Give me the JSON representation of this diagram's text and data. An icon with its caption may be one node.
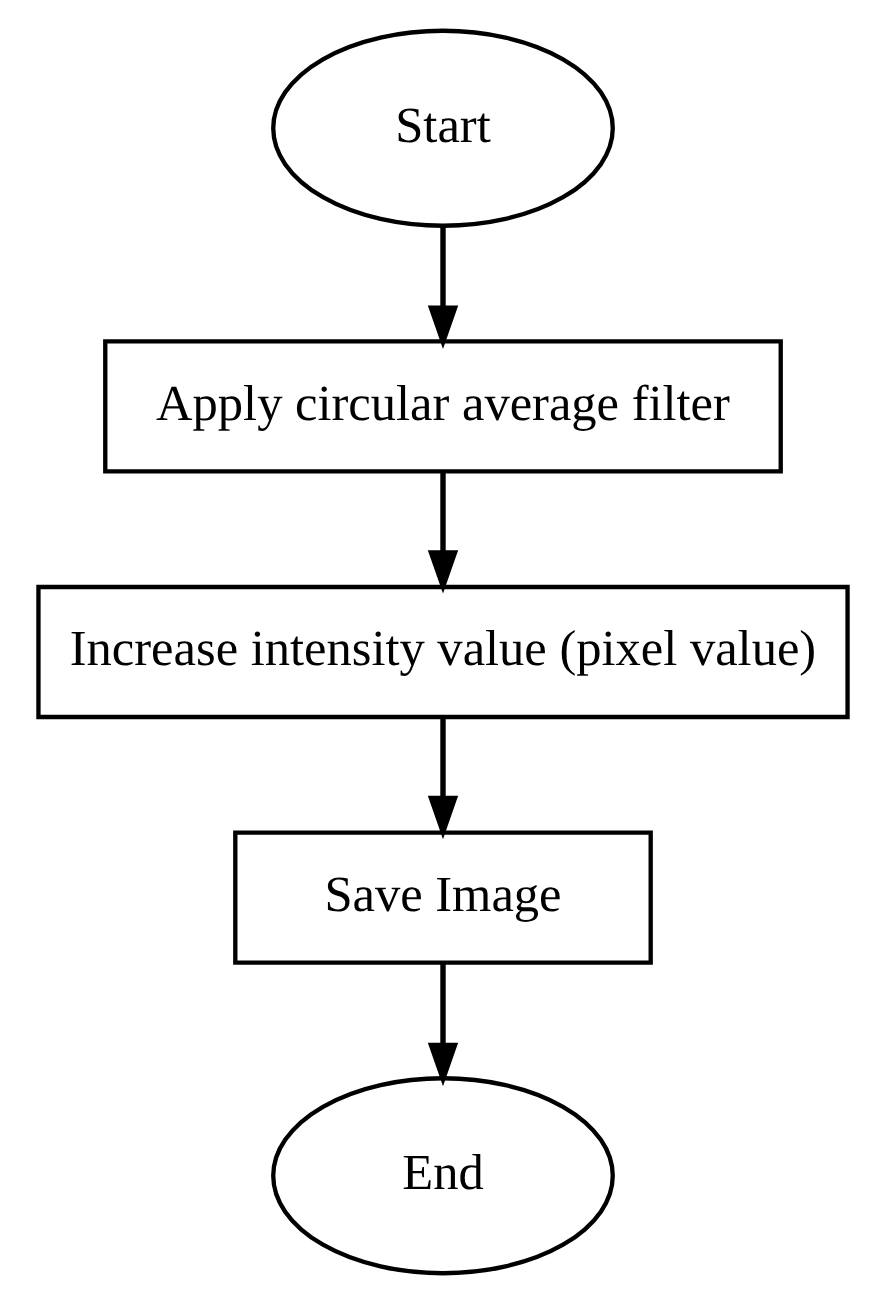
{
  "diagram": {
    "nodes": [
      {
        "text": [
          "Start"
        ]
      },
      {
        "text": [
          "Apply circular average filter"
        ]
      },
      {
        "text": [
          "Increase intensity value (pixel value)"
        ]
      },
      {
        "text": [
          "Save Image"
        ]
      },
      {
        "text": [
          "End"
        ]
      }
    ],
    "edges": [
      {
        "from": 0,
        "to": 1,
        "arrow": "to"
      },
      {
        "from": 1,
        "to": 2,
        "arrow": "to"
      },
      {
        "from": 2,
        "to": 3,
        "arrow": "to"
      },
      {
        "from": 3,
        "to": 4,
        "arrow": "to"
      }
    ]
  }
}
